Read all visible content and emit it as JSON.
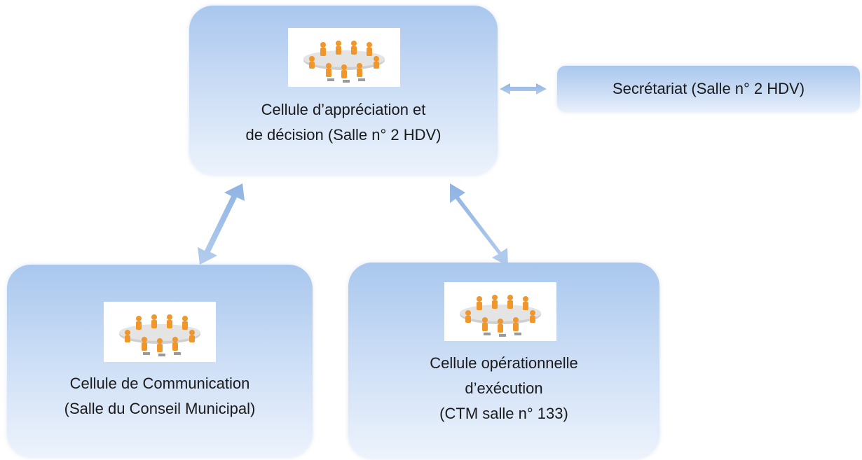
{
  "nodes": {
    "top": {
      "label": "Cellule d’appréciation et\nde décision (Salle n° 2 HDV)"
    },
    "secretariat": {
      "label": "Secrétariat (Salle n° 2 HDV)"
    },
    "left": {
      "label": "Cellule de Communication\n(Salle du Conseil Municipal)"
    },
    "right": {
      "label": "Cellule opérationnelle\nd’exécution\n(CTM salle n° 133)"
    }
  },
  "colors": {
    "box_top": "#a9c7ee",
    "box_bottom": "#edf3fc",
    "arrow": "#9dbde6",
    "figure": "#f0962a",
    "table": "#b9b9b9"
  },
  "icons": {
    "meeting": "meeting-table-icon"
  }
}
